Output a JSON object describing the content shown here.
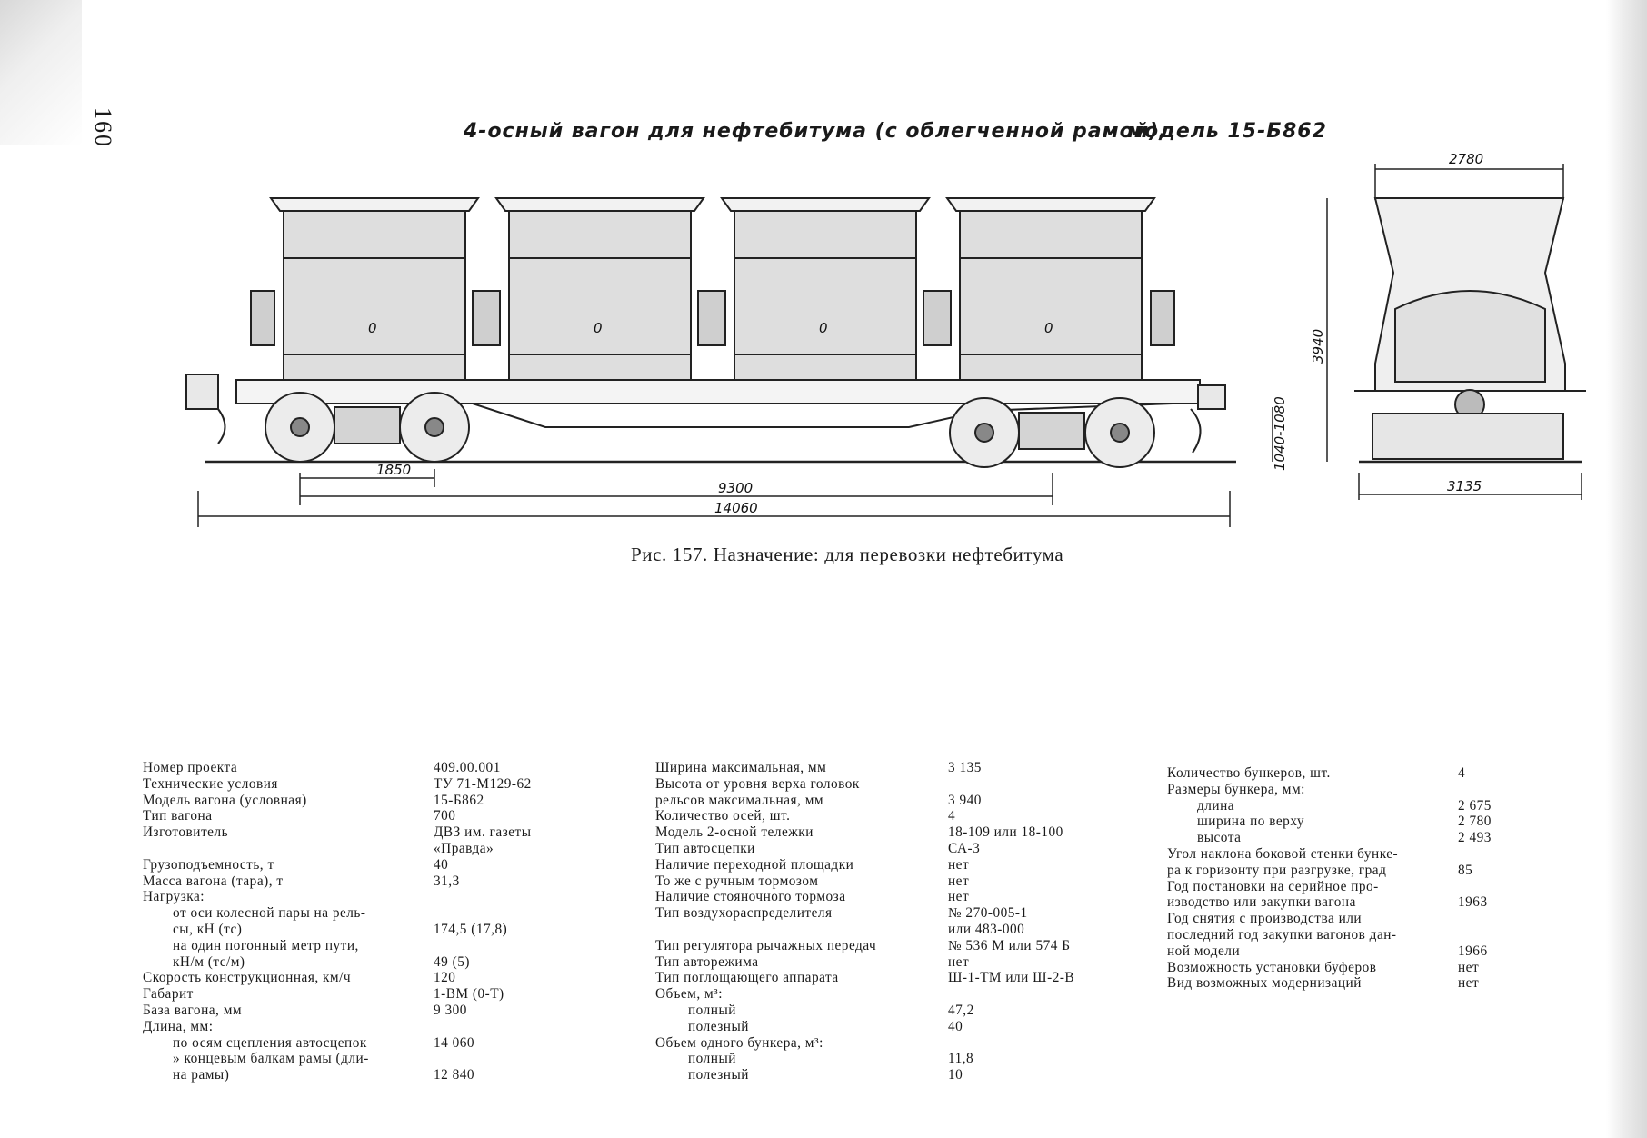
{
  "page_number": "160",
  "drawing": {
    "title": "4-осный вагон для нефтебитума (с облегченной рамой),",
    "model": "модель 15-Б862",
    "dims": {
      "coupler_length": "14060",
      "car_base": "9300",
      "bogie_base": "1850",
      "coupler_height": "1040-1080",
      "height": "3940",
      "top_width": "2780",
      "max_width": "3135"
    },
    "bunker_marks": [
      "0",
      "0",
      "0",
      "0"
    ]
  },
  "caption": "Рис. 157. Назначение: для перевозки нефтебитума",
  "specs": {
    "col1": [
      {
        "label": "Номер проекта",
        "value": "409.00.001"
      },
      {
        "label": "Технические условия",
        "value": "ТУ 71-М129-62"
      },
      {
        "label": "Модель вагона (условная)",
        "value": "15-Б862"
      },
      {
        "label": "Тип вагона",
        "value": "700"
      },
      {
        "label": "Изготовитель",
        "value": "ДВЗ им. газеты"
      },
      {
        "label": "",
        "value": "«Правда»"
      },
      {
        "label": "Грузоподъемность, т",
        "value": "40"
      },
      {
        "label": "Масса вагона (тара), т",
        "value": "31,3"
      },
      {
        "label": "Нагрузка:",
        "value": ""
      },
      {
        "label": "от оси колесной пары на рель-",
        "value": "",
        "indent": 1
      },
      {
        "label": "сы, кН (тс)",
        "value": "174,5 (17,8)",
        "indent": 1
      },
      {
        "label": "на один погонный метр пути,",
        "value": "",
        "indent": 1
      },
      {
        "label": "кН/м (тс/м)",
        "value": "49 (5)",
        "indent": 1
      },
      {
        "label": "Скорость конструкционная, км/ч",
        "value": "120"
      },
      {
        "label": "Габарит",
        "value": "1-ВМ (0-Т)"
      },
      {
        "label": "База вагона, мм",
        "value": "9 300"
      },
      {
        "label": "Длина, мм:",
        "value": ""
      },
      {
        "label": "по осям сцепления автосцепок",
        "value": "14 060",
        "indent": 1
      },
      {
        "label": "» концевым балкам рамы (дли-",
        "value": "",
        "indent": 1
      },
      {
        "label": "на рамы)",
        "value": "12 840",
        "indent": 1
      }
    ],
    "col2": [
      {
        "label": "Ширина максимальная, мм",
        "value": "3 135"
      },
      {
        "label": "Высота от уровня верха головок",
        "value": ""
      },
      {
        "label": "рельсов максимальная, мм",
        "value": "3 940"
      },
      {
        "label": "Количество осей, шт.",
        "value": "4"
      },
      {
        "label": "Модель 2-осной тележки",
        "value": "18-109 или 18-100"
      },
      {
        "label": "Тип автосцепки",
        "value": "СА-3"
      },
      {
        "label": "Наличие переходной площадки",
        "value": "нет"
      },
      {
        "label": "То же с ручным тормозом",
        "value": "нет"
      },
      {
        "label": "Наличие стояночного тормоза",
        "value": "нет"
      },
      {
        "label": "Тип воздухораспределителя",
        "value": "№ 270-005-1"
      },
      {
        "label": "",
        "value": "или 483-000"
      },
      {
        "label": "Тип регулятора рычажных передач",
        "value": "№ 536 М или 574 Б"
      },
      {
        "label": "Тип авторежима",
        "value": "нет"
      },
      {
        "label": "Тип поглощающего аппарата",
        "value": "Ш-1-ТМ или Ш-2-В"
      },
      {
        "label": "Объем, м³:",
        "value": ""
      },
      {
        "label": "полный",
        "value": "47,2",
        "indent": 2
      },
      {
        "label": "полезный",
        "value": "40",
        "indent": 2
      },
      {
        "label": "Объем одного бункера, м³:",
        "value": ""
      },
      {
        "label": "полный",
        "value": "11,8",
        "indent": 2
      },
      {
        "label": "полезный",
        "value": "10",
        "indent": 2
      }
    ],
    "col3": [
      {
        "label": "Количество бункеров, шт.",
        "value": "4"
      },
      {
        "label": "Размеры бункера, мм:",
        "value": ""
      },
      {
        "label": "длина",
        "value": "2 675",
        "indent": 1
      },
      {
        "label": "ширина по верху",
        "value": "2 780",
        "indent": 1
      },
      {
        "label": "высота",
        "value": "2 493",
        "indent": 1
      },
      {
        "label": "Угол наклона боковой стенки бунке-",
        "value": ""
      },
      {
        "label": "ра к горизонту при разгрузке, град",
        "value": "85"
      },
      {
        "label": "Год постановки на серийное про-",
        "value": ""
      },
      {
        "label": "изводство или закупки вагона",
        "value": "1963"
      },
      {
        "label": "Год снятия с производства или",
        "value": ""
      },
      {
        "label": "последний год закупки вагонов дан-",
        "value": ""
      },
      {
        "label": "ной модели",
        "value": "1966"
      },
      {
        "label": "Возможность установки буферов",
        "value": "нет"
      },
      {
        "label": "Вид возможных модернизаций",
        "value": "нет"
      }
    ]
  }
}
